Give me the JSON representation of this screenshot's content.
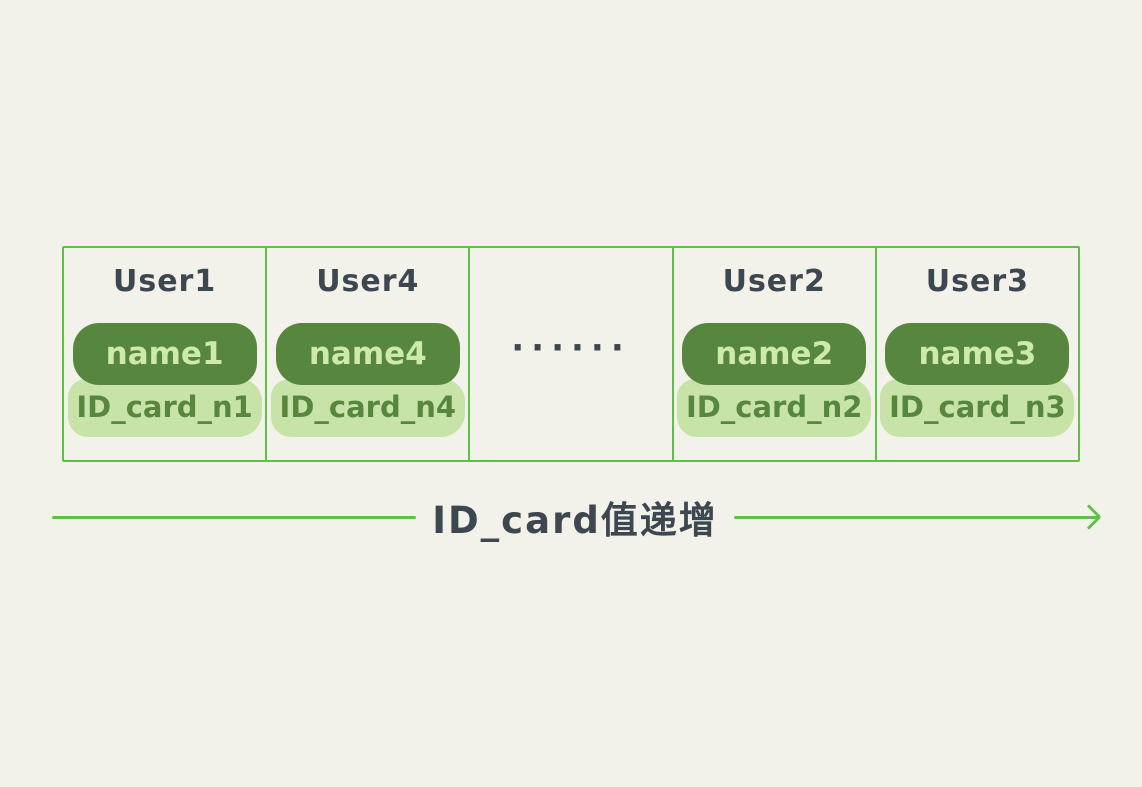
{
  "colors": {
    "background": "#f2f1ea",
    "stroke-green": "#5ec044",
    "dark-green": "#57873f",
    "light-green": "#c7e3a8",
    "light-text": "#cdeaaa",
    "charcoal": "#3d474f"
  },
  "table": {
    "cells": [
      {
        "user": "User1",
        "name": "name1",
        "id_card": "ID_card_n1"
      },
      {
        "user": "User4",
        "name": "name4",
        "id_card": "ID_card_n4"
      },
      {
        "ellipsis": "······"
      },
      {
        "user": "User2",
        "name": "name2",
        "id_card": "ID_card_n2"
      },
      {
        "user": "User3",
        "name": "name3",
        "id_card": "ID_card_n3"
      }
    ]
  },
  "arrow": {
    "label": "ID_card值递增"
  }
}
